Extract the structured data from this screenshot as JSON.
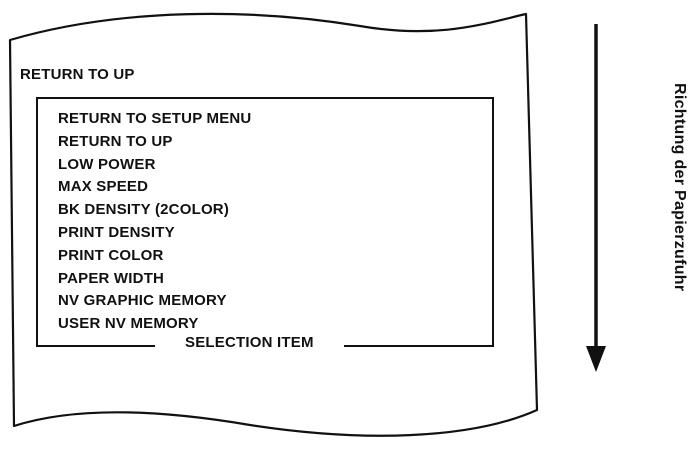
{
  "paper": {
    "title": "RETURN TO UP",
    "menu_items": [
      "RETURN TO SETUP MENU",
      "RETURN TO UP",
      "LOW POWER",
      "MAX SPEED",
      "BK DENSITY (2COLOR)",
      "PRINT DENSITY",
      "PRINT COLOR",
      "PAPER WIDTH",
      "NV GRAPHIC MEMORY",
      "USER NV MEMORY"
    ],
    "box_caption": "SELECTION ITEM"
  },
  "direction": {
    "label": "Richtung der Papierzufuhr",
    "arrow": "down-arrow"
  },
  "colors": {
    "ink": "#111111",
    "paper": "#ffffff"
  }
}
